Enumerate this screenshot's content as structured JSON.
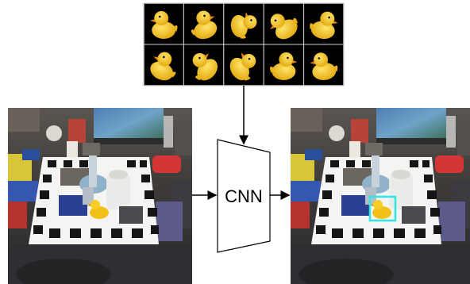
{
  "network": {
    "label": "CNN"
  },
  "templates": {
    "count": 10,
    "rows": 2,
    "cols": 5,
    "background": "#000000",
    "object_color": "#f2c21a",
    "object": "rubber-duck"
  },
  "detection": {
    "box_color": "#2ee6e6"
  },
  "scene": {
    "board_color": "#ffffff",
    "marker_color": "#111111"
  }
}
